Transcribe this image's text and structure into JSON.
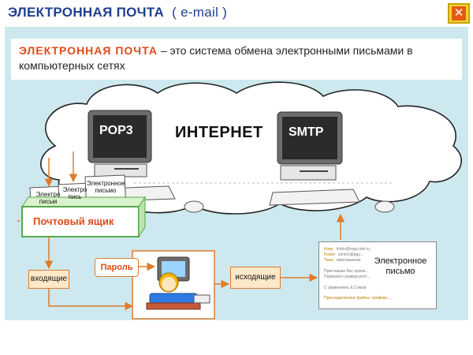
{
  "header": {
    "title": "ЭЛЕКТРОННАЯ ПОЧТА",
    "subtitle": "( e-mail )"
  },
  "definition": {
    "term": "ЭЛЕКТРОННАЯ ПОЧТА",
    "text": " – это система обмена электронными письмами в компьютерных сетях"
  },
  "diagram": {
    "internet_label": "ИНТЕРНЕТ",
    "server_left": "POP3",
    "server_right": "SMTP",
    "letters": [
      {
        "line1": "Электро",
        "line2": "письм"
      },
      {
        "line1": "Электро",
        "line2": "пись"
      },
      {
        "line1": "Электронное",
        "line2": "письмо"
      }
    ],
    "mailbox_label": "Почтовый ящик",
    "inbox_label": "входящие",
    "outbox_label": "исходящие",
    "password_label": "Пароль",
    "email_label": "Электронное письмо",
    "email_rows": [
      {
        "k": "Кому",
        "v": "frolov@mgu.mtk.ru"
      },
      {
        "k": "Копия",
        "v": "somov@pgu..."
      },
      {
        "k": "Тема",
        "v": "приглашение"
      },
      {
        "k": "",
        "v": "Приглашаю Вас приня..."
      },
      {
        "k": "",
        "v": "Пермского университет..."
      },
      {
        "k": "",
        "v": "С уважением, Е.Сомов"
      },
      {
        "k": "",
        "v": "Присоединенные файлы: графики, ..."
      }
    ]
  },
  "colors": {
    "title": "#1f3f8f",
    "accent": "#e04a1a",
    "panel": "#cde9ef",
    "arrow": "#e07b2a",
    "box_fill": "#fde8c8",
    "mailbox": "#b6e6a8"
  }
}
